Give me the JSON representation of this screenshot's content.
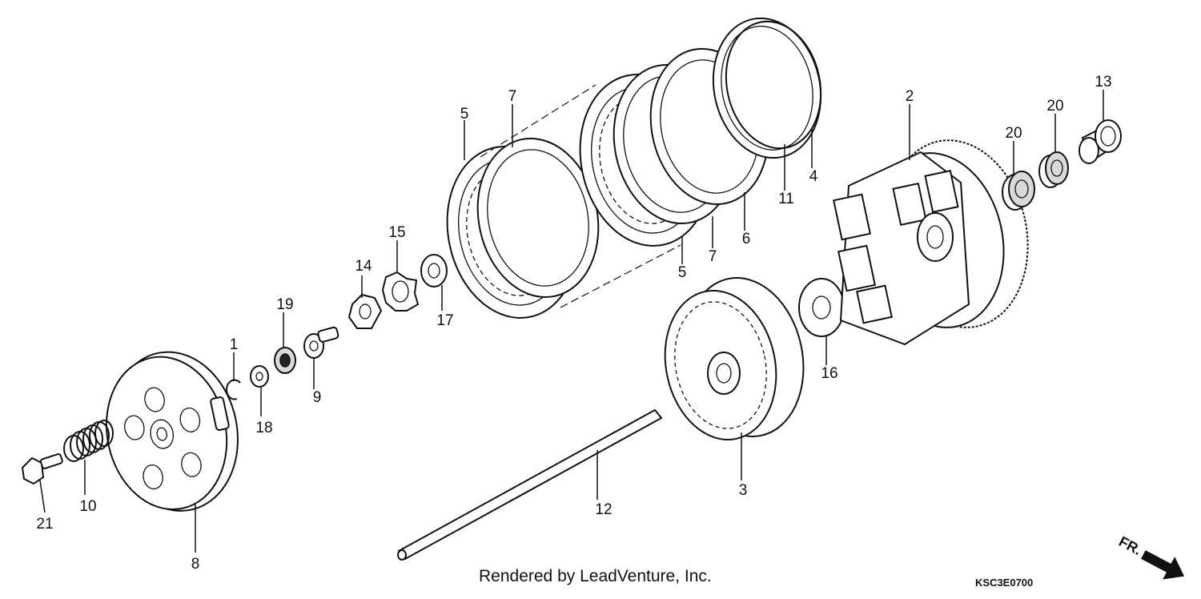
{
  "callouts": {
    "n1": "1",
    "n2": "2",
    "n3": "3",
    "n4": "4",
    "n5a": "5",
    "n5b": "5",
    "n6": "6",
    "n7a": "7",
    "n7b": "7",
    "n8": "8",
    "n9": "9",
    "n10": "10",
    "n11": "11",
    "n12": "12",
    "n13": "13",
    "n14": "14",
    "n15": "15",
    "n16": "16",
    "n17": "17",
    "n18": "18",
    "n19": "19",
    "n20a": "20",
    "n20b": "20",
    "n21": "21"
  },
  "footer": {
    "credit": "Rendered by LeadVenture, Inc.",
    "diagram_code": "KSC3E0700"
  },
  "direction": {
    "label": "FR.",
    "icon": "front-direction-arrow-icon"
  }
}
